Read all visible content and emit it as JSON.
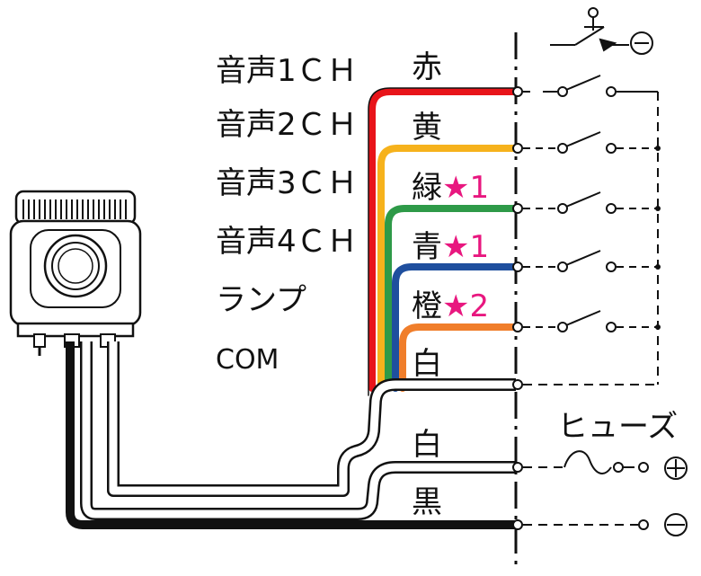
{
  "accent_star_color": "#e8177f",
  "channels": [
    {
      "label": "音声1ＣＨ",
      "wire": "赤",
      "star": "",
      "star_num": "",
      "color": "#e8141a"
    },
    {
      "label": "音声2ＣＨ",
      "wire": "黄",
      "star": "",
      "star_num": "",
      "color": "#f6b21c"
    },
    {
      "label": "音声3ＣＨ",
      "wire": "緑",
      "star": "★",
      "star_num": "1",
      "color": "#2e9a48"
    },
    {
      "label": "音声4ＣＨ",
      "wire": "青",
      "star": "★",
      "star_num": "1",
      "color": "#1f4f9e"
    },
    {
      "label": "ランプ",
      "wire": "橙",
      "star": "★",
      "star_num": "2",
      "color": "#f07e2b"
    },
    {
      "label": "COM",
      "wire": "白",
      "star": "",
      "star_num": "",
      "color": "#ffffff"
    }
  ],
  "power": [
    {
      "wire": "白",
      "terminal": "⊕"
    },
    {
      "wire": "黒",
      "terminal": "⊖"
    }
  ],
  "fuse_label": "ヒューズ",
  "top_switch_terminal": "⊖"
}
